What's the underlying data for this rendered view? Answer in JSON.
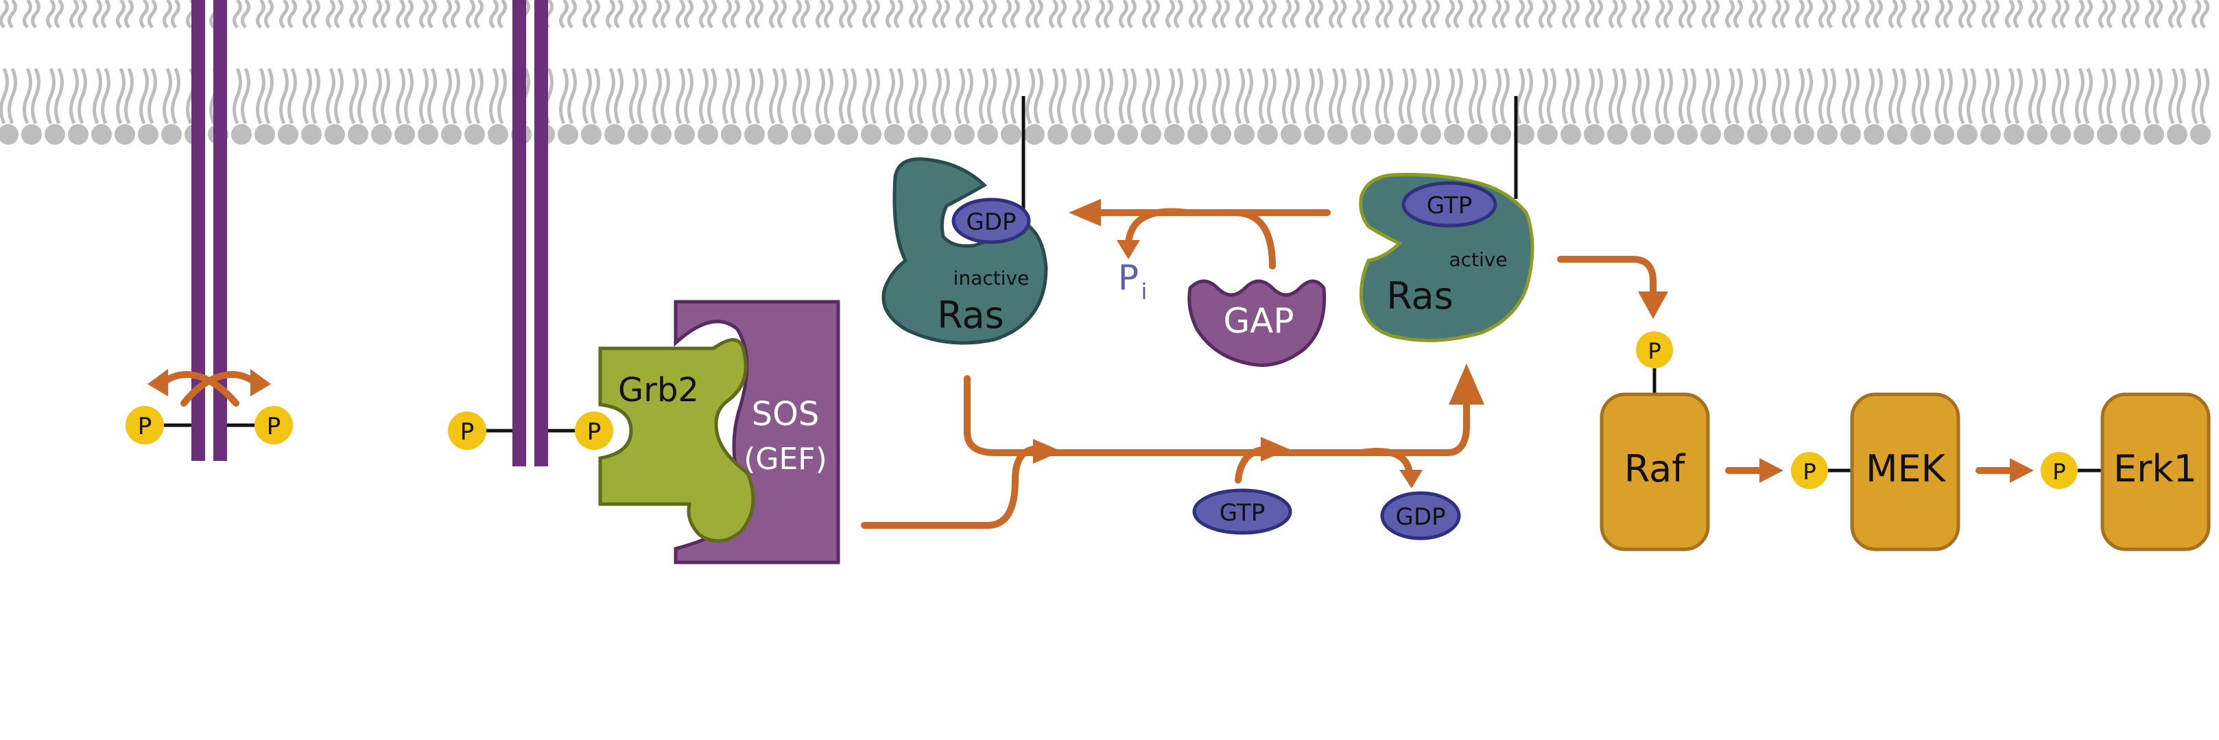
{
  "colors": {
    "membrane": "#bdbdbd",
    "receptor": "#6b2f7c",
    "arrow": "#c8692a",
    "phosphate": "#f2c414",
    "ras": "#487776",
    "ras_stroke": "#264c4d",
    "ras_active_stroke": "#8a9b2a",
    "nucleotide": "#5d5fae",
    "nucleotide_stroke": "#2f3180",
    "gap": "#87568c",
    "sos": "#8a5a8e",
    "grb2": "#9eac38",
    "kinase": "#dba02a",
    "kinase_stroke": "#a6701c"
  },
  "labels": {
    "p": "P",
    "grb2": "Grb2",
    "sos": "SOS",
    "gef": "(GEF)",
    "gdp": "GDP",
    "gtp": "GTP",
    "inactive": "inactive",
    "active": "active",
    "ras": "Ras",
    "gap": "GAP",
    "pi_main": "P",
    "pi_sub": "i",
    "raf": "Raf",
    "mek": "MEK",
    "erk1": "Erk1"
  }
}
